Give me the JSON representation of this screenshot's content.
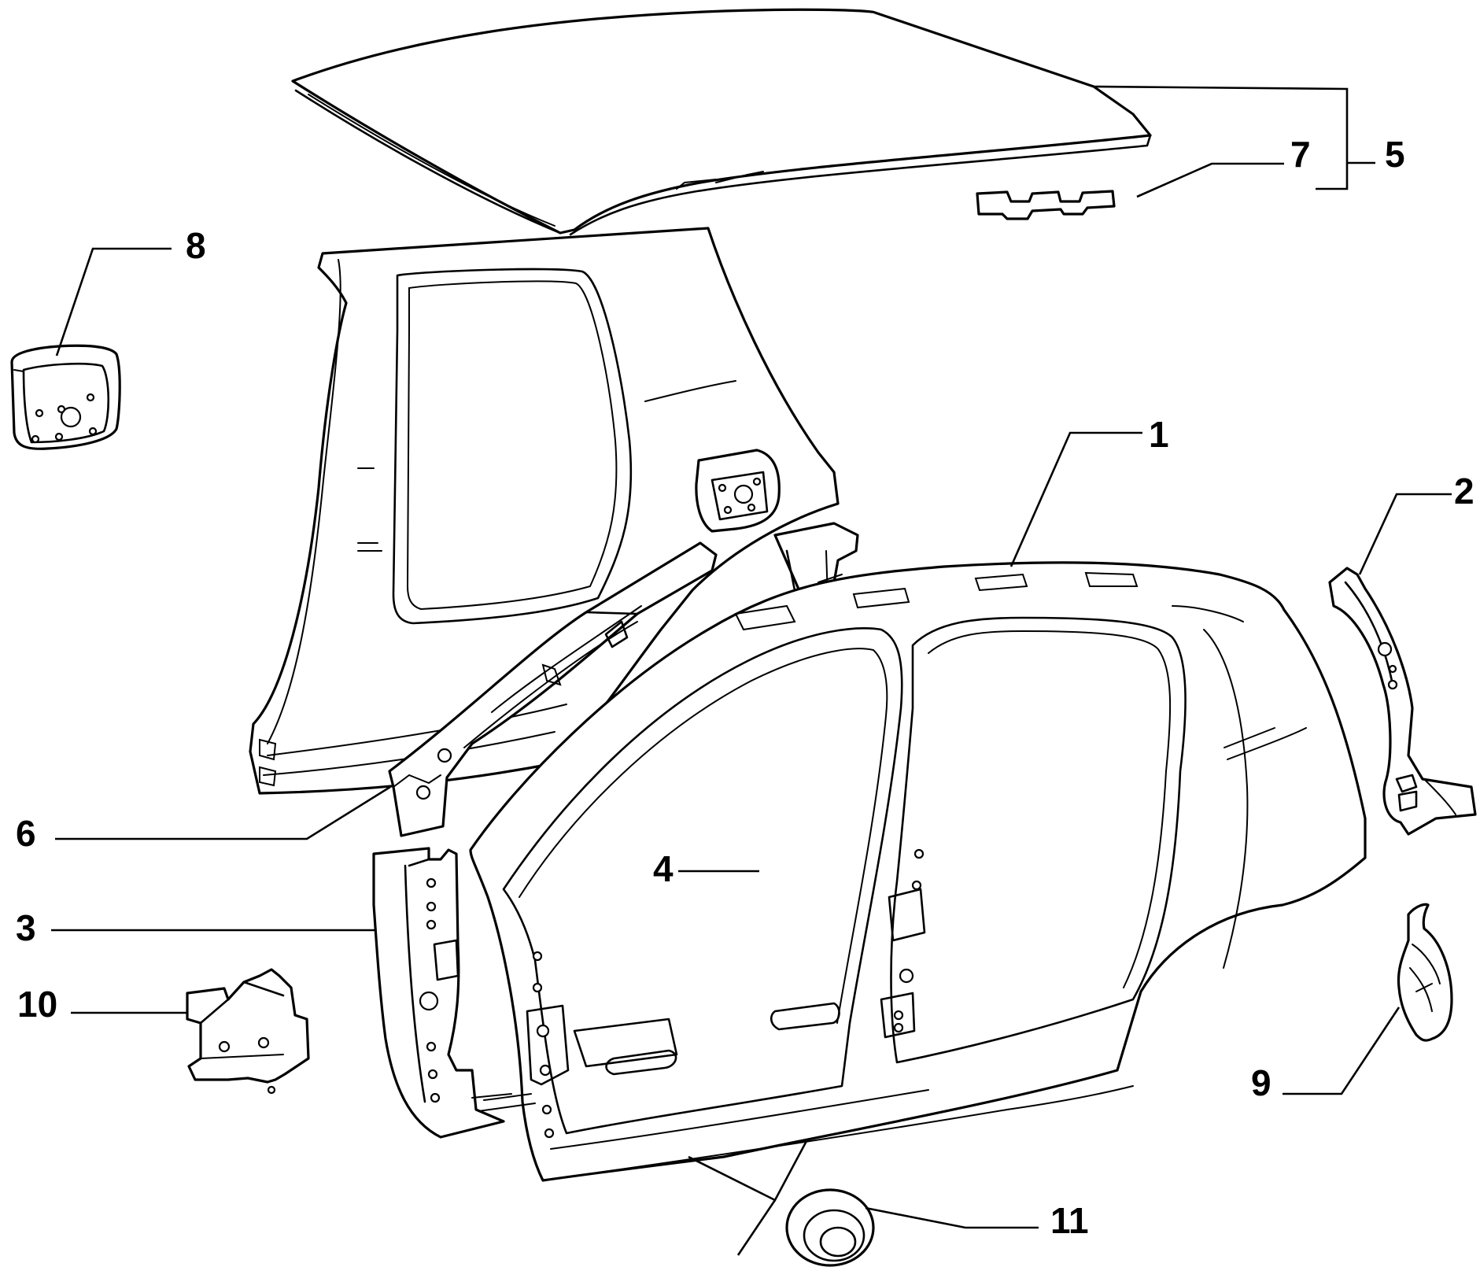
{
  "diagram": {
    "callouts": [
      {
        "id": "1",
        "text": "1"
      },
      {
        "id": "2",
        "text": "2"
      },
      {
        "id": "3",
        "text": "3"
      },
      {
        "id": "4",
        "text": "4"
      },
      {
        "id": "5",
        "text": "5"
      },
      {
        "id": "6",
        "text": "6"
      },
      {
        "id": "7",
        "text": "7"
      },
      {
        "id": "8",
        "text": "8"
      },
      {
        "id": "9",
        "text": "9"
      },
      {
        "id": "10",
        "text": "10"
      },
      {
        "id": "11",
        "text": "11"
      }
    ],
    "parts": [
      "roof-panel",
      "roof-crossmember",
      "inner-side-frame",
      "front-pillar-reinforcement",
      "fuel-flap-housing",
      "center-pillar",
      "outer-side-panel",
      "rear-pillar-reinforcement",
      "rear-arch-bracket",
      "hinge-pillar-reinforcement",
      "jack-point-bracket",
      "drain-plug"
    ],
    "colors": {
      "line": "#000000",
      "fill": "#ffffff"
    }
  }
}
